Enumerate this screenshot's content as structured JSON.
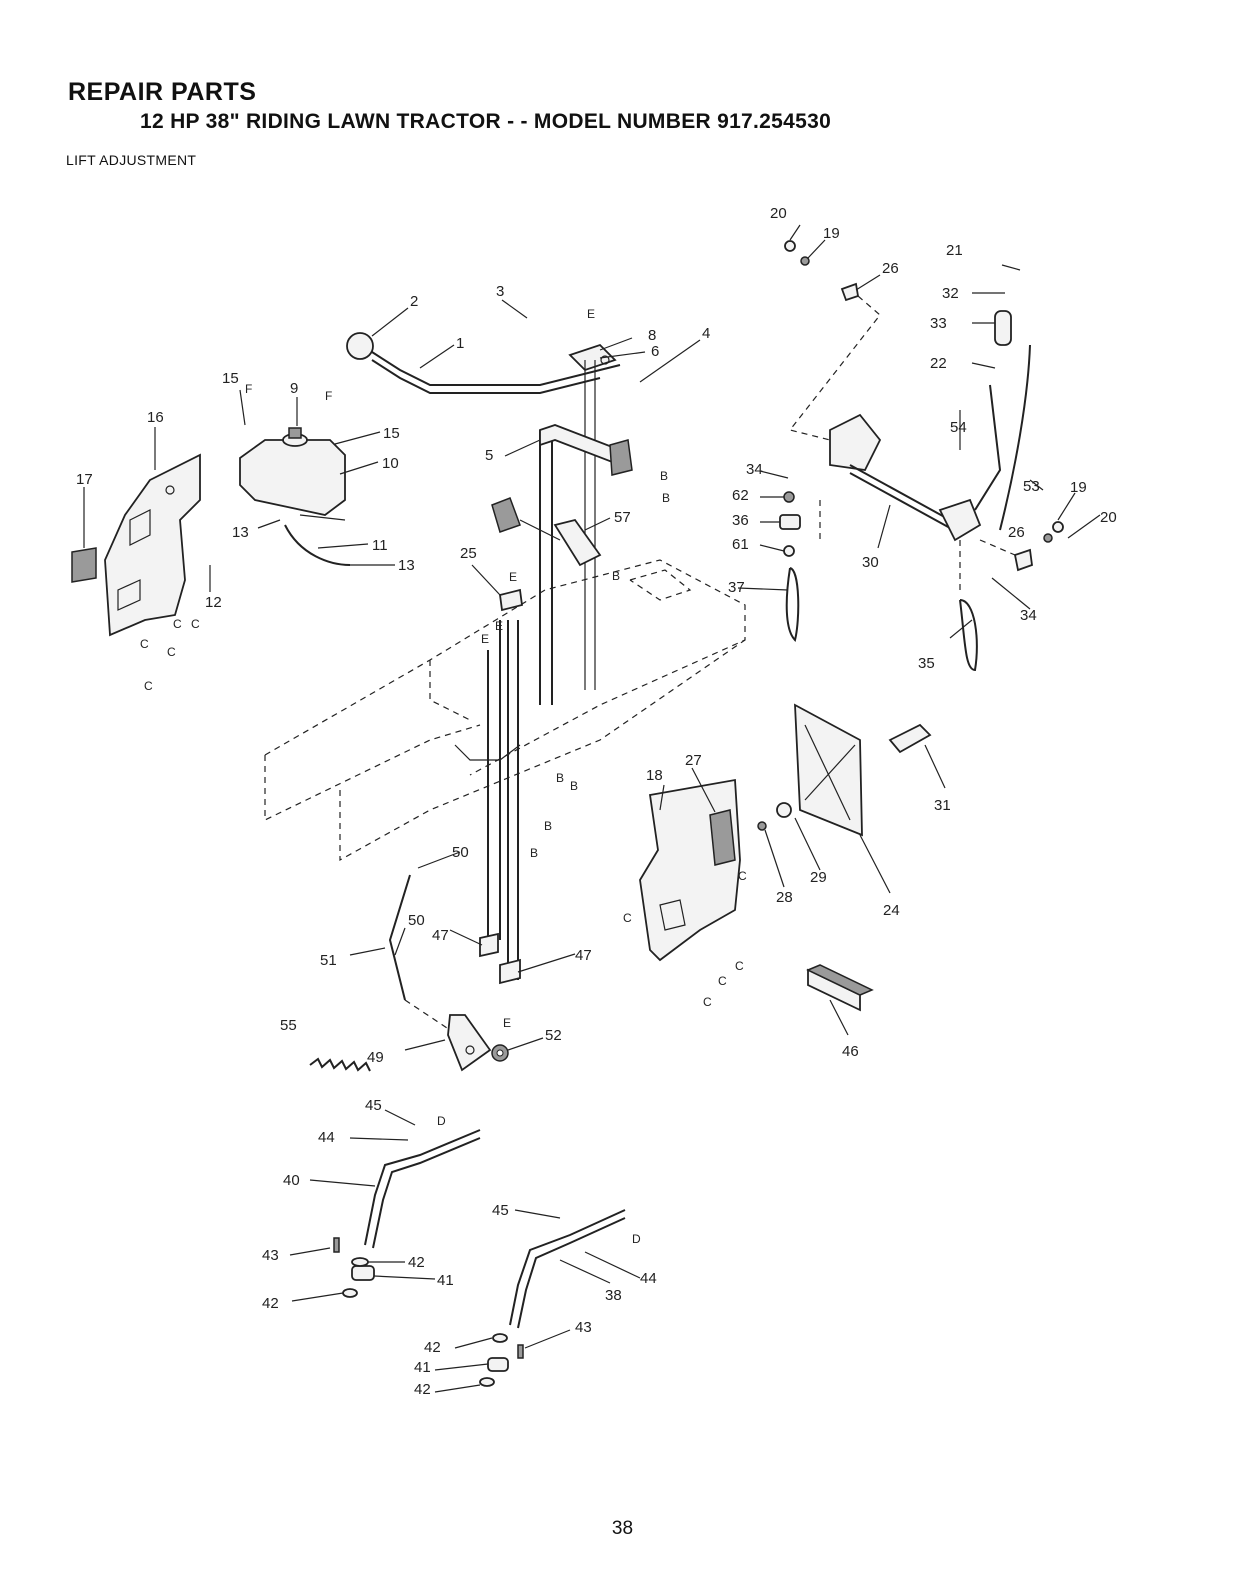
{
  "header": {
    "title": "REPAIR PARTS",
    "subtitle": "12 HP 38\" RIDING LAWN TRACTOR - - MODEL NUMBER 917.254530",
    "section": "LIFT ADJUSTMENT"
  },
  "page_number": "38",
  "callouts": {
    "p1": "1",
    "p2": "2",
    "p3": "3",
    "p4": "4",
    "p5": "5",
    "p6": "6",
    "p8": "8",
    "p9": "9",
    "p10": "10",
    "p11": "11",
    "p12": "12",
    "p13a": "13",
    "p13b": "13",
    "p15a": "15",
    "p15b": "15",
    "p16": "16",
    "p17": "17",
    "p18": "18",
    "p19a": "19",
    "p19b": "19",
    "p20a": "20",
    "p20b": "20",
    "p21": "21",
    "p22": "22",
    "p24": "24",
    "p25": "25",
    "p26a": "26",
    "p26b": "26",
    "p27": "27",
    "p28": "28",
    "p29": "29",
    "p30": "30",
    "p31": "31",
    "p32": "32",
    "p33": "33",
    "p34a": "34",
    "p34b": "34",
    "p35": "35",
    "p36": "36",
    "p37": "37",
    "p38": "38",
    "p40": "40",
    "p41a": "41",
    "p41b": "41",
    "p42a": "42",
    "p42b": "42",
    "p42c": "42",
    "p42d": "42",
    "p43a": "43",
    "p43b": "43",
    "p44a": "44",
    "p44b": "44",
    "p45a": "45",
    "p45b": "45",
    "p46": "46",
    "p47a": "47",
    "p47b": "47",
    "p49": "49",
    "p50a": "50",
    "p50b": "50",
    "p51": "51",
    "p52": "52",
    "p53": "53",
    "p54": "54",
    "p55": "55",
    "p57": "57",
    "p61": "61",
    "p62": "62"
  },
  "connectors": {
    "B": "B",
    "C": "C",
    "D": "D",
    "E": "E",
    "F": "F"
  }
}
